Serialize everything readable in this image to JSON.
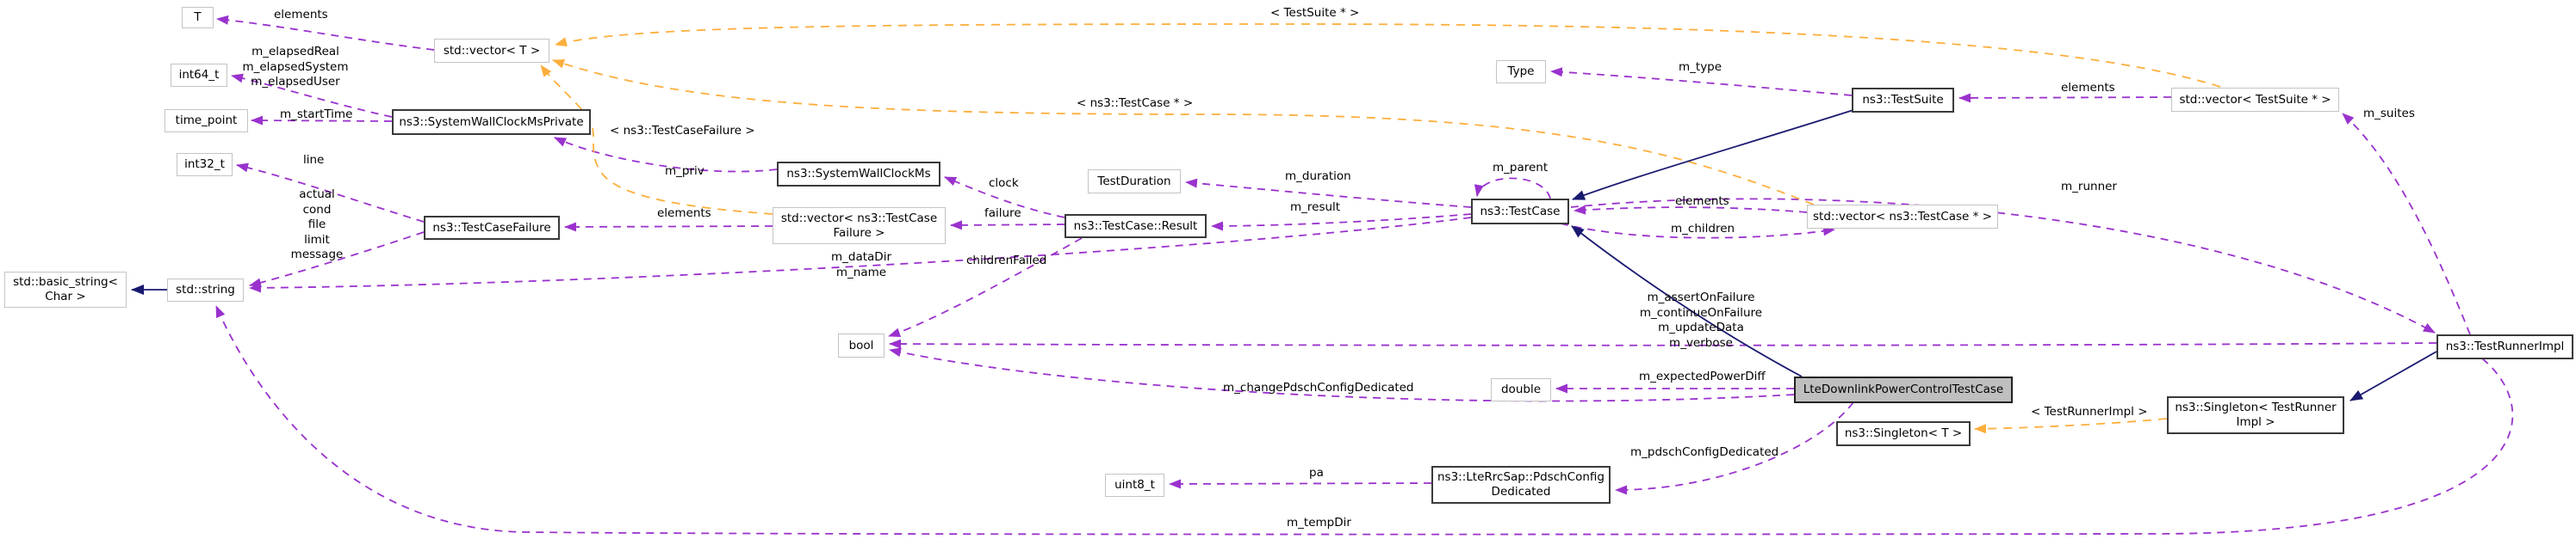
{
  "diagram": {
    "title": "Collaboration graph for LteDownlinkPowerControlTestCase",
    "colors": {
      "usage_edge": "#9a32cd",
      "template_edge": "#fcae3c",
      "inheritance_edge": "#191970",
      "node_border_light": "#c4c4c4",
      "node_border_strong": "#3a3a3a",
      "highlight_fill": "#bfbfbf",
      "background": "#ffffff"
    },
    "nodes": [
      {
        "id": "t",
        "label": "T"
      },
      {
        "id": "int64_t",
        "label": "int64_t"
      },
      {
        "id": "time_point",
        "label": "time_point"
      },
      {
        "id": "int32_t",
        "label": "int32_t"
      },
      {
        "id": "std_basic_string",
        "label": "std::basic_string<\nChar >"
      },
      {
        "id": "std_string",
        "label": "std::string"
      },
      {
        "id": "system_wall_clock_ms_private",
        "label": "ns3::SystemWallClockMsPrivate"
      },
      {
        "id": "std_vector_t",
        "label": "std::vector< T >"
      },
      {
        "id": "test_case_failure",
        "label": "ns3::TestCaseFailure"
      },
      {
        "id": "system_wall_clock_ms",
        "label": "ns3::SystemWallClockMs"
      },
      {
        "id": "std_vector_test_case_failure",
        "label": "std::vector< ns3::TestCase\nFailure >"
      },
      {
        "id": "test_case_result",
        "label": "ns3::TestCase::Result"
      },
      {
        "id": "test_duration",
        "label": "TestDuration"
      },
      {
        "id": "test_case",
        "label": "ns3::TestCase"
      },
      {
        "id": "type",
        "label": "Type"
      },
      {
        "id": "test_suite",
        "label": "ns3::TestSuite"
      },
      {
        "id": "std_vector_test_suite_ptr",
        "label": "std::vector< TestSuite * >"
      },
      {
        "id": "std_vector_test_case_ptr",
        "label": "std::vector< ns3::TestCase * >"
      },
      {
        "id": "test_runner_impl",
        "label": "ns3::TestRunnerImpl"
      },
      {
        "id": "bool",
        "label": "bool"
      },
      {
        "id": "double",
        "label": "double"
      },
      {
        "id": "lte_downlink_power_control_test_case",
        "label": "LteDownlinkPowerControlTestCase"
      },
      {
        "id": "singleton_test_runner_impl",
        "label": "ns3::Singleton< TestRunner\nImpl >"
      },
      {
        "id": "singleton_t",
        "label": "ns3::Singleton< T >"
      },
      {
        "id": "pdsch_config_dedicated",
        "label": "ns3::LteRrcSap::PdschConfig\nDedicated"
      },
      {
        "id": "uint8_t",
        "label": "uint8_t"
      }
    ],
    "edge_labels": [
      {
        "id": "elements-t",
        "label": "elements"
      },
      {
        "id": "m-elapsed",
        "label": "m_elapsedReal\nm_elapsedSystem\nm_elapsedUser"
      },
      {
        "id": "m-start-time",
        "label": "m_startTime"
      },
      {
        "id": "line",
        "label": "line"
      },
      {
        "id": "failure-fields",
        "label": "actual\ncond\nfile\nlimit\nmessage"
      },
      {
        "id": "tmpl-test-suite-ptr",
        "label": "< TestSuite * >"
      },
      {
        "id": "tmpl-test-case-ptr",
        "label": "< ns3::TestCase * >"
      },
      {
        "id": "tmpl-test-case-failure",
        "label": "< ns3::TestCaseFailure >"
      },
      {
        "id": "m-priv",
        "label": "m_priv"
      },
      {
        "id": "elements-tcf",
        "label": "elements"
      },
      {
        "id": "clock",
        "label": "clock"
      },
      {
        "id": "failure",
        "label": "failure"
      },
      {
        "id": "m-duration",
        "label": "m_duration"
      },
      {
        "id": "m-result",
        "label": "m_result"
      },
      {
        "id": "m-parent",
        "label": "m_parent"
      },
      {
        "id": "m-datadir-m-name",
        "label": "m_dataDir\nm_name"
      },
      {
        "id": "children-failed",
        "label": "childrenFailed"
      },
      {
        "id": "elements-tc",
        "label": "elements"
      },
      {
        "id": "m-children",
        "label": "m_children"
      },
      {
        "id": "m-type",
        "label": "m_type"
      },
      {
        "id": "elements-ts",
        "label": "elements"
      },
      {
        "id": "m-suites",
        "label": "m_suites"
      },
      {
        "id": "m-runner",
        "label": "m_runner"
      },
      {
        "id": "runner-bools",
        "label": "m_assertOnFailure\nm_continueOnFailure\nm_updateData\nm_verbose"
      },
      {
        "id": "m-expected-power-diff",
        "label": "m_expectedPowerDiff"
      },
      {
        "id": "m-change-pdsch",
        "label": "m_changePdschConfigDedicated"
      },
      {
        "id": "tmpl-test-runner-impl",
        "label": "< TestRunnerImpl >"
      },
      {
        "id": "m-pdsch-config",
        "label": "m_pdschConfigDedicated"
      },
      {
        "id": "pa",
        "label": "pa"
      },
      {
        "id": "m-tempdir",
        "label": "m_tempDir"
      }
    ]
  }
}
